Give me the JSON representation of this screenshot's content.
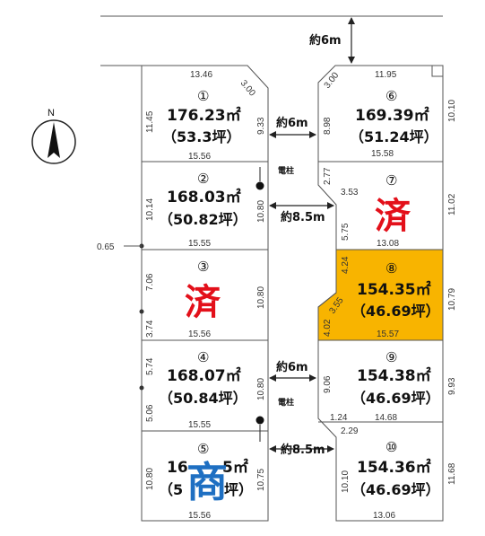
{
  "roads": {
    "north": "約6m",
    "mid_upper": "約6m",
    "mid_mid": "約8.5m",
    "mid_lower": "約6m",
    "mid_bottom": "約8.5m"
  },
  "pole_label": "電柱",
  "north_label": "N",
  "sold_mark": "済",
  "shop_mark": "商",
  "lots": {
    "l1": {
      "num": "①",
      "area": "176.23㎡",
      "tsubo": "（53.3坪）",
      "top": "13.46",
      "corner": "3.00",
      "left": "11.45",
      "right": "9.33",
      "bottom": "15.56"
    },
    "l2": {
      "num": "②",
      "area": "168.03㎡",
      "tsubo": "（50.82坪）",
      "left": "10.14",
      "right": "10.80",
      "bottom": "15.55"
    },
    "l3": {
      "num": "③",
      "left_a": "7.06",
      "left_b": "3.74",
      "right": "10.80",
      "bottom": "15.56",
      "outer": "0.65"
    },
    "l4": {
      "num": "④",
      "area": "168.07㎡",
      "tsubo": "（50.84坪）",
      "left_a": "5.74",
      "left_b": "5.06",
      "right": "10.80",
      "bottom": "15.55"
    },
    "l5": {
      "num": "⑤",
      "area_a": "16",
      "area_b": "5㎡",
      "tsubo_a": "（5",
      "tsubo_b": "坪）",
      "left": "10.80",
      "right": "10.75",
      "bottom": "15.56"
    },
    "l6": {
      "num": "⑥",
      "area": "169.39㎡",
      "tsubo": "（51.24坪）",
      "top": "11.95",
      "corner": "3.00",
      "left": "8.98",
      "right": "10.10",
      "bottom": "15.58"
    },
    "l7": {
      "num": "⑦",
      "left_a": "2.77",
      "jog": "3.53",
      "left_b": "5.75",
      "right": "11.02",
      "bottom": "13.08"
    },
    "l8": {
      "num": "⑧",
      "area": "154.35㎡",
      "tsubo": "（46.69坪）",
      "left_a": "4.24",
      "diag": "3.55",
      "left_b": "4.02",
      "right": "10.79",
      "bottom": "15.57"
    },
    "l9": {
      "num": "⑨",
      "area": "154.38㎡",
      "tsubo": "（46.69坪）",
      "left": "9.06",
      "right": "9.93",
      "jog": "1.24",
      "bottom": "14.68"
    },
    "l10": {
      "num": "⑩",
      "area": "154.36㎡",
      "tsubo": "（46.69坪）",
      "jog": "2.29",
      "left": "10.10",
      "right": "11.68",
      "bottom": "13.06"
    }
  },
  "colors": {
    "highlight": "#f8b400",
    "sold": "#e3101a",
    "shop": "#1e6fc2"
  }
}
